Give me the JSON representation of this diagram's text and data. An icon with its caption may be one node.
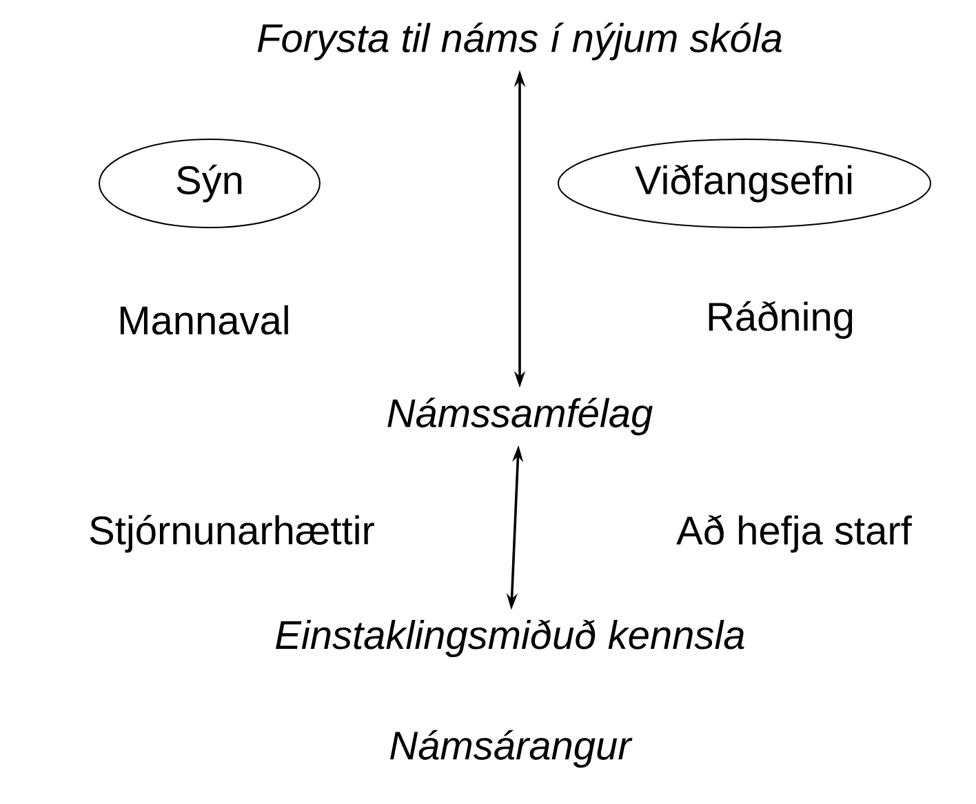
{
  "diagram": {
    "nodes": [
      {
        "text": [
          "Forysta til náms í nýjum skóla"
        ]
      },
      {
        "text": [
          "Sýn"
        ]
      },
      {
        "text": [
          "Viðfangsefni"
        ]
      },
      {
        "text": [
          "Námssamfélag"
        ]
      },
      {
        "text": [
          "Einstaklingsmiðuð kennsla"
        ]
      }
    ],
    "edges": [
      {
        "from": 0,
        "to": 3,
        "arrow": "both"
      },
      {
        "from": 3,
        "to": 4,
        "arrow": "both"
      }
    ],
    "labels": [
      "Mannaval",
      "Ráðning",
      "Stjórnunarhættir",
      "Að hefja starf",
      "Námsárangur"
    ]
  }
}
